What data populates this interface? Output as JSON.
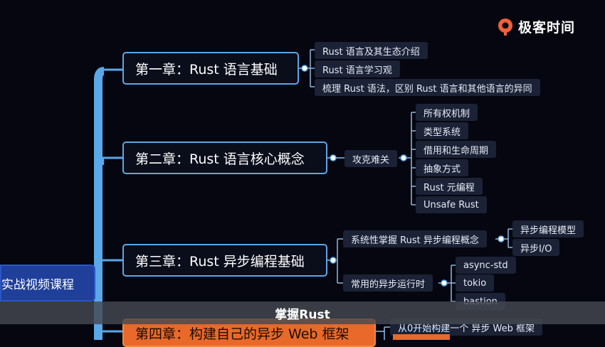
{
  "brand": {
    "name": "极客时间",
    "icon": "geek-time-logo-icon",
    "color": "#f0603a"
  },
  "root": {
    "label": "实战视频课程"
  },
  "subtitle": {
    "text": "掌握Rust"
  },
  "chapters": [
    {
      "label": "第一章：Rust 语言基础"
    },
    {
      "label": "第二章：Rust 语言核心概念"
    },
    {
      "label": "第三章：Rust 异步编程基础"
    },
    {
      "label": "第四章：构建自己的异步 Web 框架"
    }
  ],
  "ch1": {
    "items": [
      "Rust 语言及其生态介绍",
      "Rust 语言学习观",
      "梳理 Rust 语法，区别 Rust 语言和其他语言的异同"
    ]
  },
  "ch2": {
    "group": "攻克难关",
    "items": [
      "所有权机制",
      "类型系统",
      "借用和生命周期",
      "抽象方式",
      "Rust 元编程",
      "Unsafe Rust"
    ]
  },
  "ch3": {
    "group1": "系统性掌握 Rust 异步编程概念",
    "group1_items": [
      "异步编程模型",
      "异步I/O"
    ],
    "group2": "常用的异步运行时",
    "group2_items": [
      "async-std",
      "tokio",
      "bastion"
    ]
  },
  "ch4": {
    "items": [
      "从0开始构建一个 异步 Web 框架"
    ]
  },
  "colors": {
    "trunk": "#5aa8e8",
    "leaf_bg": "#1b2236",
    "chapter4": "#e8692a",
    "root": "#1f3f9a"
  }
}
